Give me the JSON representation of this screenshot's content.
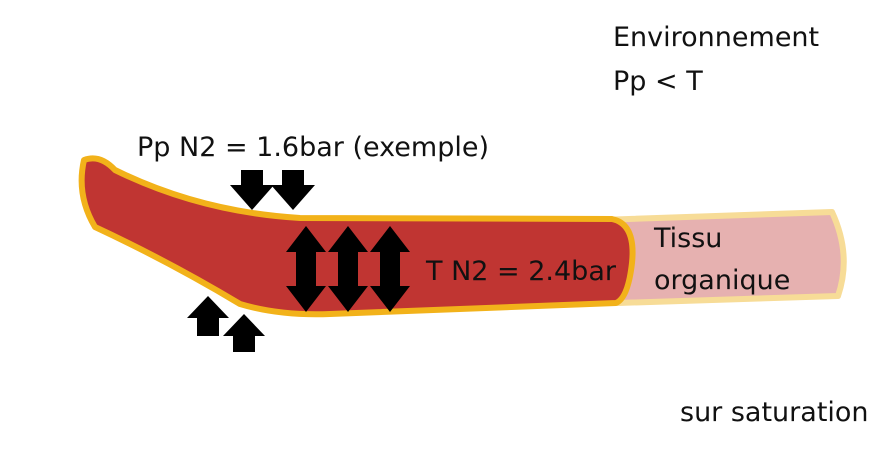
{
  "environment": {
    "title": "Environnement",
    "relation": "Pp < T"
  },
  "partial_pressure_label": "Pp N2 = 1.6bar (exemple)",
  "tissue_tension_label": "T N2 = 2.4bar",
  "tissue": {
    "line1": "Tissu",
    "line2": "organique"
  },
  "state_label": "sur saturation",
  "colors": {
    "tissue_saturated_fill": "#c03532",
    "tissue_normal_fill": "#e6b1b0",
    "tissue_saturated_outline": "#f2b21a",
    "tissue_normal_outline": "#f7dc97",
    "arrows": "#000000"
  },
  "icons": {
    "inward_arrows": "arrow-down-icon",
    "outgoing_arrows": "arrow-up-icon",
    "exchange_arrows": "arrow-up-down-icon"
  }
}
